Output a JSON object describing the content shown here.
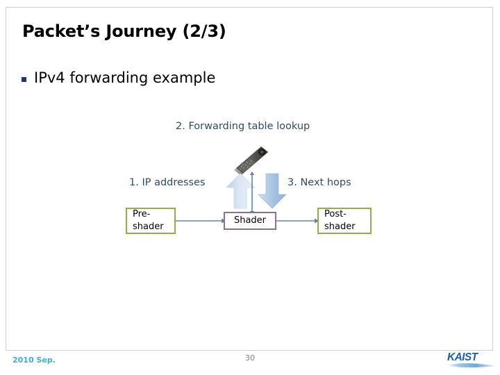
{
  "slide": {
    "title": "Packet’s Journey (2/3)",
    "bullet": {
      "marker": "square-bullet",
      "text": "IPv4 forwarding example"
    }
  },
  "diagram": {
    "nic_icon": "network-interface-card-photo",
    "arrow_up_icon": "up-block-arrow",
    "arrow_down_icon": "down-block-arrow",
    "vertical_connector_icon": "double-headed-vertical-arrow",
    "labels": {
      "step2": "2. Forwarding table lookup",
      "step1": "1. IP addresses",
      "step3": "3. Next hops"
    },
    "boxes": [
      {
        "id": "preshader",
        "label": "Pre-\nshader",
        "line1": "Pre-",
        "line2": "shader",
        "border_color": "#9aa845"
      },
      {
        "id": "shader",
        "label": "Shader",
        "line1": "Shader",
        "line2": "",
        "border_color": "#8a6f9e"
      },
      {
        "id": "postshader",
        "label": "Post-\nshader",
        "line1": "Post-",
        "line2": "shader",
        "border_color": "#9aa845"
      }
    ],
    "connector_color": "#5b87a8"
  },
  "footer": {
    "date": "2010 Sep.",
    "page_number": "30",
    "logo_text": "KAIST",
    "logo_icon": "kaist-logo"
  },
  "colors": {
    "title": "#000000",
    "bullet_marker": "#1f3864",
    "diagram_text": "#2e4b63",
    "arrow_light": "#cfe0f2",
    "arrow_dark": "#a8c4e4",
    "footer_date": "#3aaed8",
    "footer_page": "#808080",
    "logo_blue": "#1f5fa8",
    "frame": "#d0d0d0"
  }
}
